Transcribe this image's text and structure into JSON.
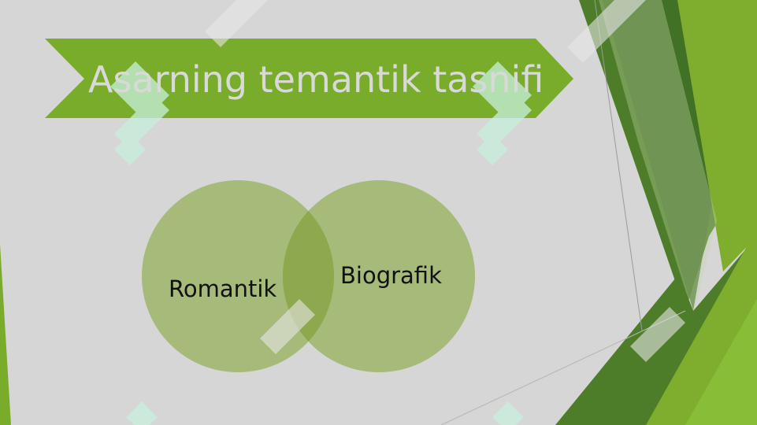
{
  "slide": {
    "title": "Asarning temantik tasnifi",
    "colors": {
      "background": "#d6d6d6",
      "banner": "#7aac2c",
      "title_text": "#d9d9d9",
      "circle_fill": "#a3b874",
      "circle_overlap": "#8ea84e",
      "accent_dark": "#4d7a2a",
      "accent_light": "#8cc63f"
    }
  },
  "venn": {
    "circles": [
      {
        "label": "Romantik"
      },
      {
        "label": "Biografik"
      }
    ]
  }
}
